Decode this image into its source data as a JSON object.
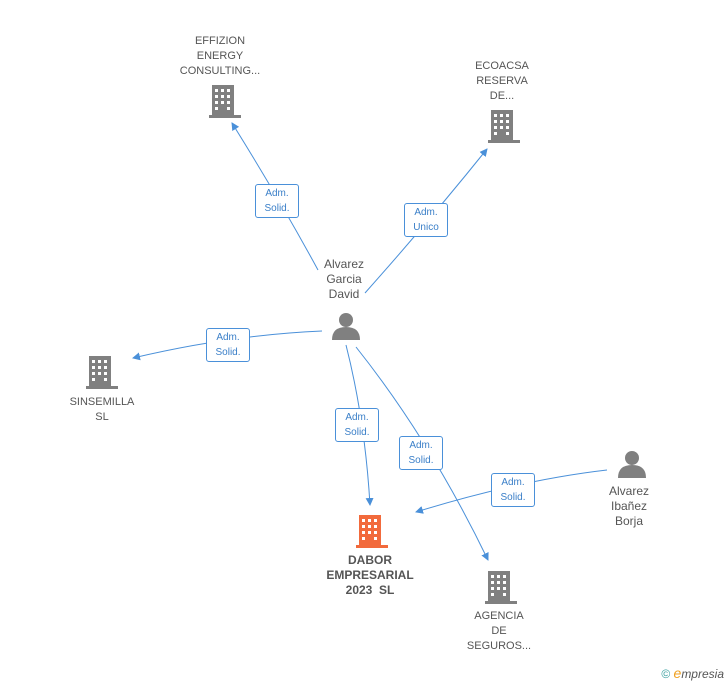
{
  "colors": {
    "edge": "#4a90d9",
    "node": "#808080",
    "main_node": "#f26a3c"
  },
  "nodes": {
    "effizion": {
      "label": [
        "EFFIZION",
        "ENERGY",
        "CONSULTING..."
      ],
      "type": "company"
    },
    "ecoacsa": {
      "label": [
        "ECOACSA",
        "RESERVA",
        "DE..."
      ],
      "type": "company"
    },
    "alvarez_david": {
      "label": [
        "Alvarez",
        "Garcia",
        "David"
      ],
      "type": "person"
    },
    "sinsemilla": {
      "label": [
        "SINSEMILLA",
        "SL"
      ],
      "type": "company"
    },
    "dabor": {
      "label": [
        "DABOR",
        "EMPRESARIAL",
        "2023  SL"
      ],
      "type": "main-company"
    },
    "agencia": {
      "label": [
        "AGENCIA",
        "DE",
        "SEGUROS..."
      ],
      "type": "company"
    },
    "alvarez_borja": {
      "label": [
        "Alvarez",
        "Ibañez",
        "Borja"
      ],
      "type": "person"
    }
  },
  "edges": {
    "to_effizion": [
      "Adm.",
      "Solid."
    ],
    "to_ecoacsa": [
      "Adm.",
      "Unico"
    ],
    "to_sinsemilla": [
      "Adm.",
      "Solid."
    ],
    "to_dabor": [
      "Adm.",
      "Solid."
    ],
    "to_agencia": [
      "Adm.",
      "Solid."
    ],
    "borja_to_dabor": [
      "Adm.",
      "Solid."
    ]
  },
  "footer": {
    "copyright": "©",
    "brand_initial": "e",
    "brand_rest": "mpresia"
  }
}
